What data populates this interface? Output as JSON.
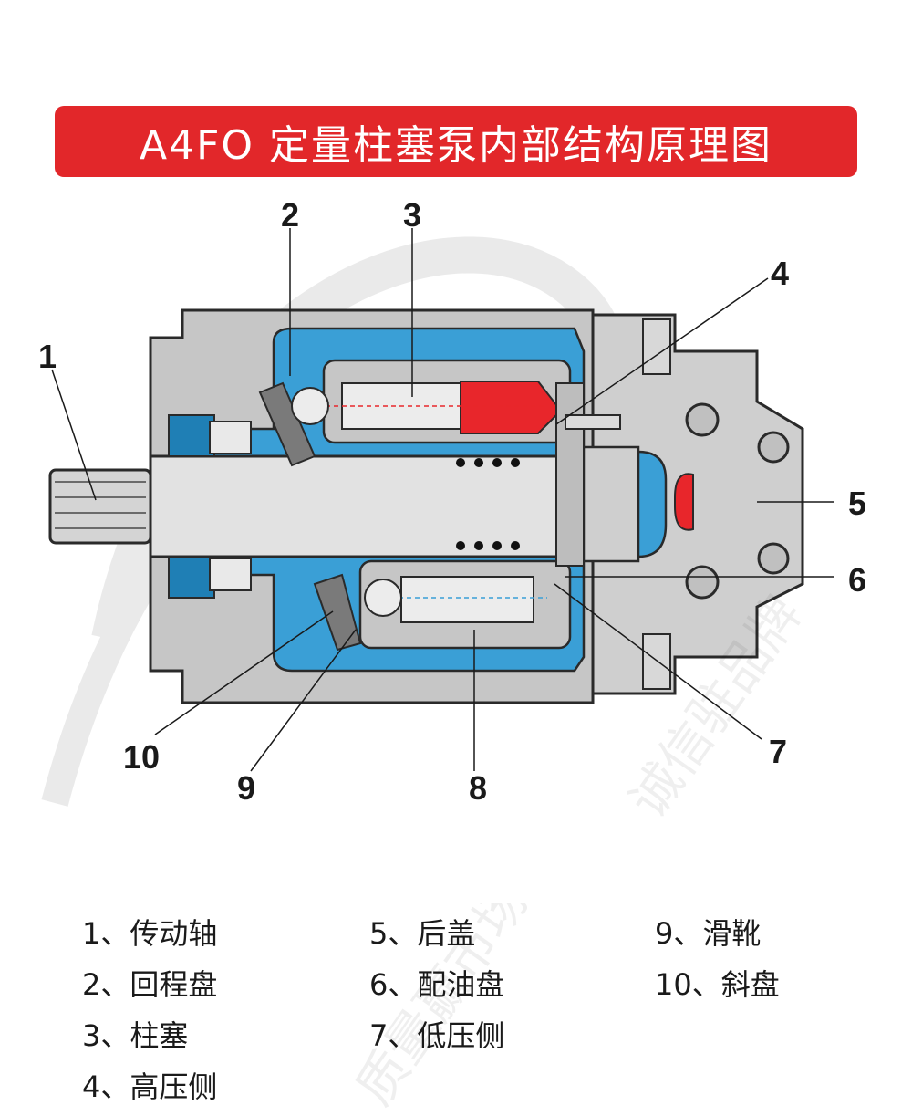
{
  "title": "A4FO 定量柱塞泵内部结构原理图",
  "callouts": {
    "c1": "1",
    "c2": "2",
    "c3": "3",
    "c4": "4",
    "c5": "5",
    "c6": "6",
    "c7": "7",
    "c8": "8",
    "c9": "9",
    "c10": "10"
  },
  "legend": [
    "1、传动轴",
    "2、回程盘",
    "3、柱塞",
    "4、高压侧",
    "5、后盖",
    "6、配油盘",
    "7、低压侧",
    "9、滑靴",
    "10、斜盘"
  ],
  "watermark": {
    "slogan": "诚信驻品牌",
    "quality": "质量赢市场"
  },
  "colors": {
    "title_bg": "#e2272a",
    "housing": "#c8c8c8",
    "fluid_low": "#3a9fd6",
    "fluid_high": "#e8262b",
    "outline": "#2a2a2a"
  }
}
